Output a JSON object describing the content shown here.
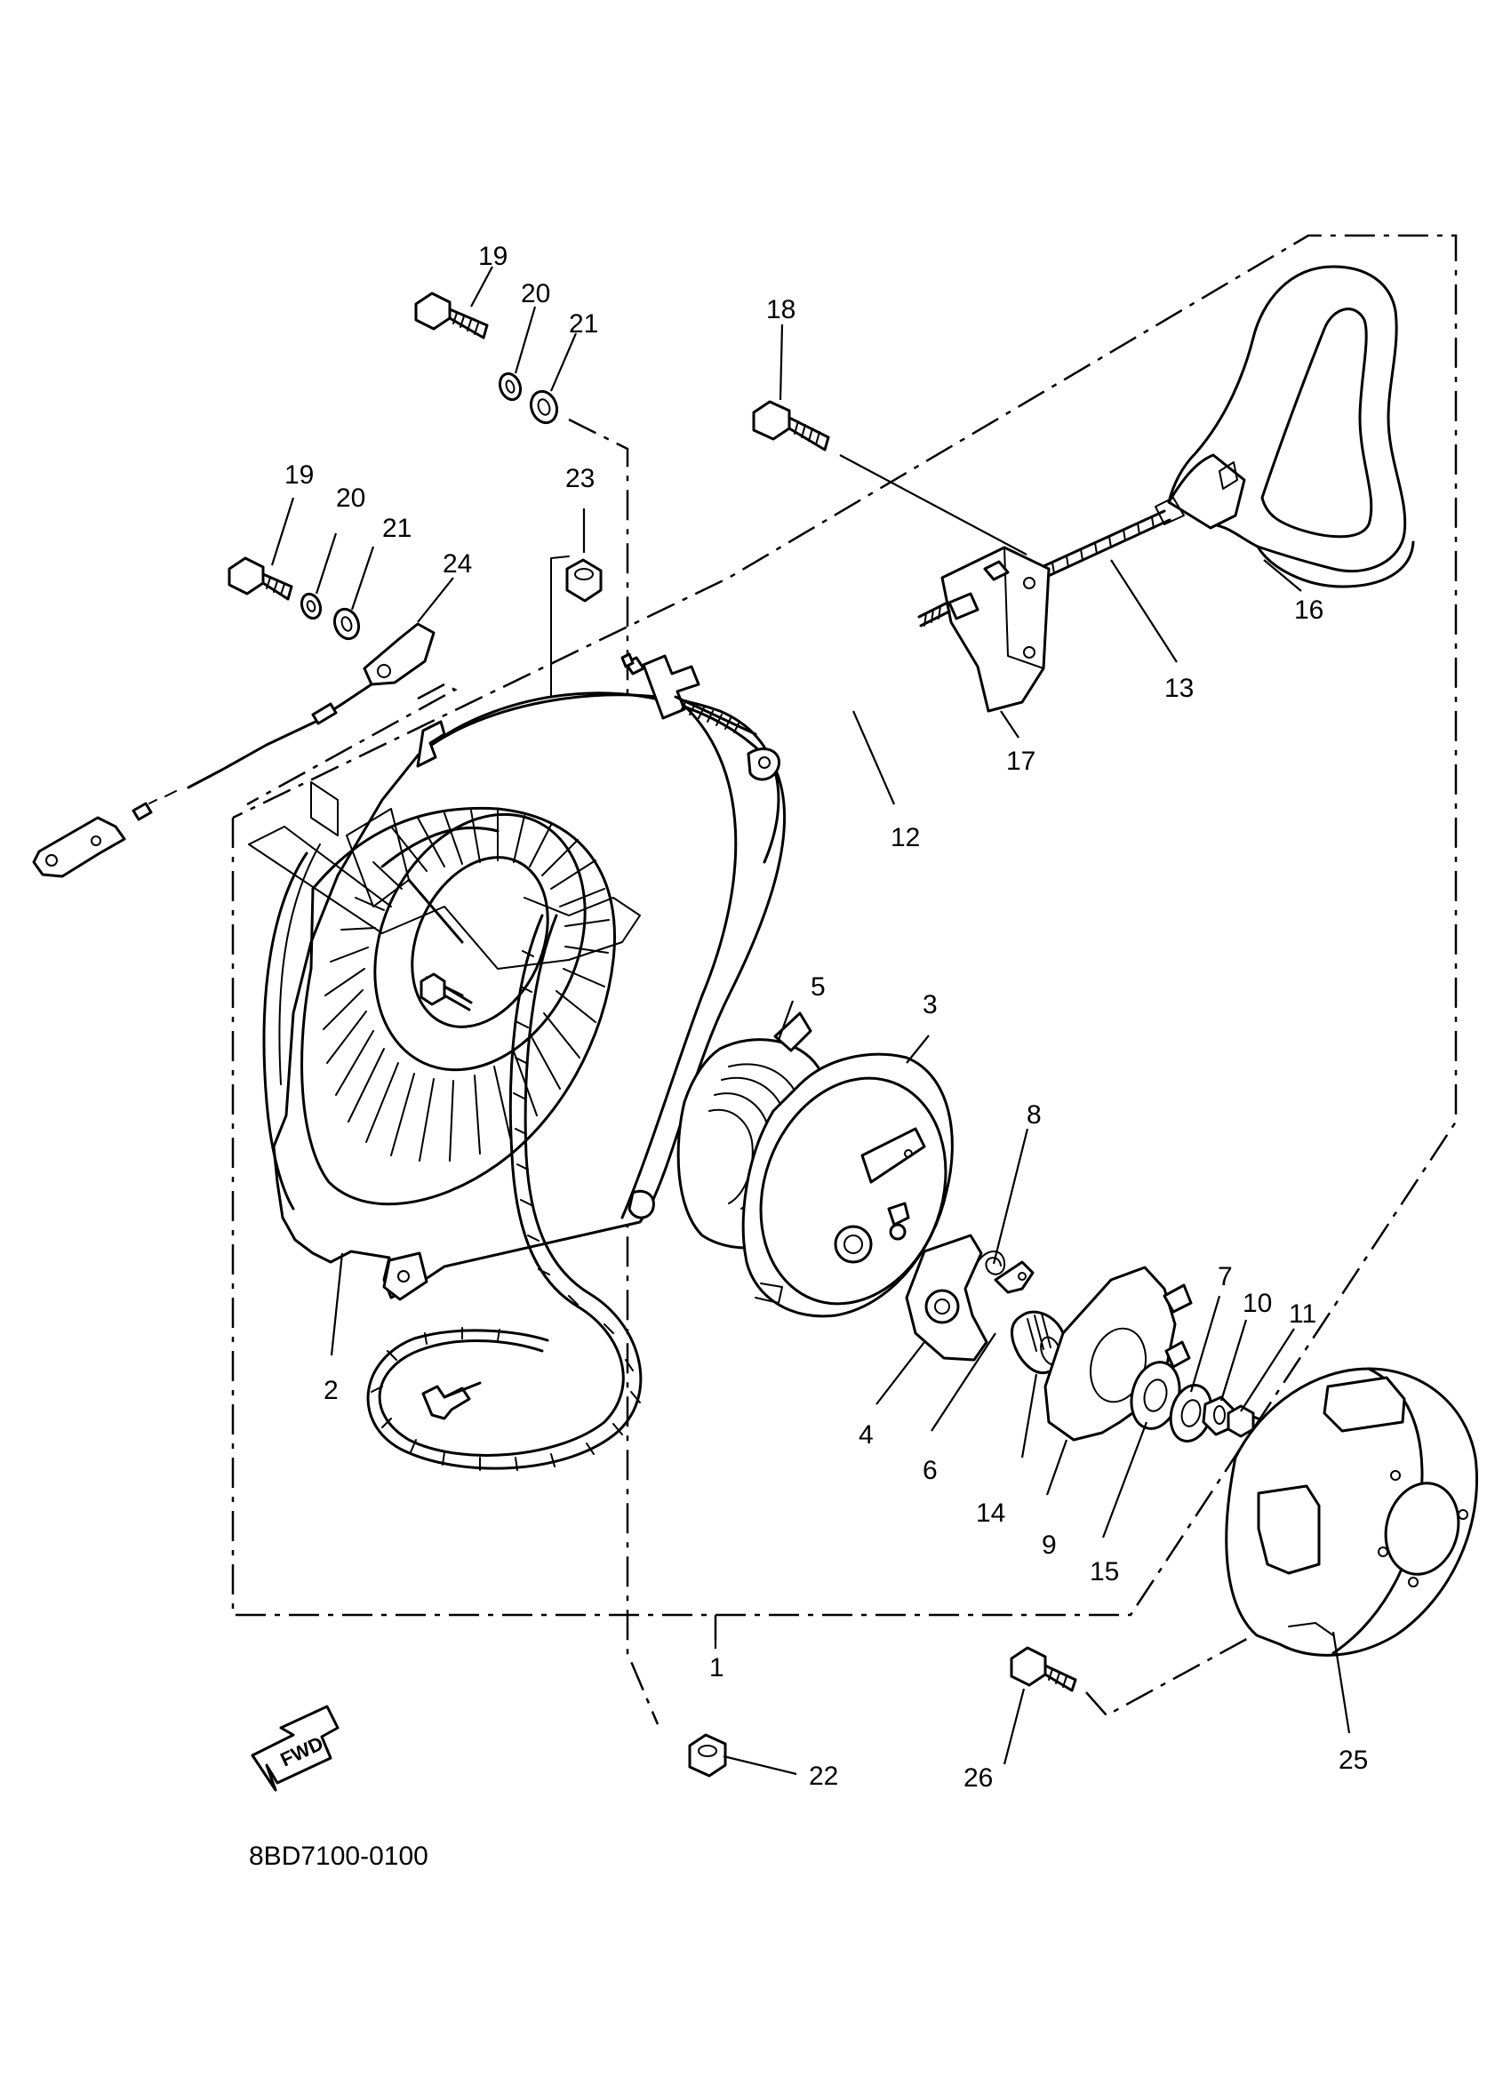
{
  "diagram": {
    "drawing_code": "8BD7100-0100",
    "direction_label": "FWD",
    "callouts": [
      {
        "id": "c19a",
        "text": "19"
      },
      {
        "id": "c20a",
        "text": "20"
      },
      {
        "id": "c21a",
        "text": "21"
      },
      {
        "id": "c18",
        "text": "18"
      },
      {
        "id": "c19b",
        "text": "19"
      },
      {
        "id": "c20b",
        "text": "20"
      },
      {
        "id": "c21b",
        "text": "21"
      },
      {
        "id": "c23",
        "text": "23"
      },
      {
        "id": "c24",
        "text": "24"
      },
      {
        "id": "c16",
        "text": "16"
      },
      {
        "id": "c13",
        "text": "13"
      },
      {
        "id": "c17",
        "text": "17"
      },
      {
        "id": "c12",
        "text": "12"
      },
      {
        "id": "c5",
        "text": "5"
      },
      {
        "id": "c3",
        "text": "3"
      },
      {
        "id": "c8",
        "text": "8"
      },
      {
        "id": "c2",
        "text": "2"
      },
      {
        "id": "c4",
        "text": "4"
      },
      {
        "id": "c6",
        "text": "6"
      },
      {
        "id": "c14",
        "text": "14"
      },
      {
        "id": "c9",
        "text": "9"
      },
      {
        "id": "c15",
        "text": "15"
      },
      {
        "id": "c7",
        "text": "7"
      },
      {
        "id": "c10",
        "text": "10"
      },
      {
        "id": "c11",
        "text": "11"
      },
      {
        "id": "c1",
        "text": "1"
      },
      {
        "id": "c22",
        "text": "22"
      },
      {
        "id": "c26",
        "text": "26"
      },
      {
        "id": "c25",
        "text": "25"
      }
    ]
  }
}
